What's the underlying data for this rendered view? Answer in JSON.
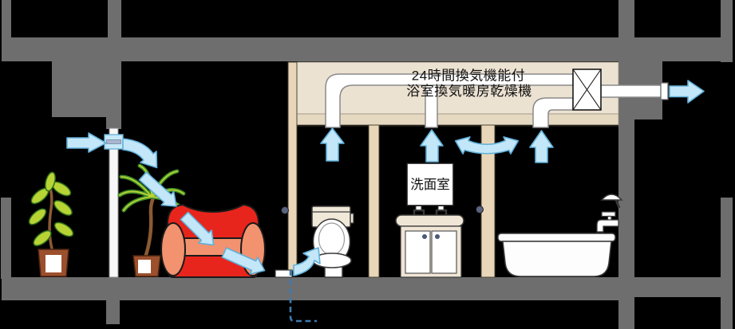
{
  "caption": {
    "line1": "24時間換気機能付",
    "line2": "浴室換気暖房乾燥機"
  },
  "labels": {
    "washroom": "洗面室"
  },
  "colors": {
    "background": "#000000",
    "concrete_frame": "#6e6e6e",
    "ceiling_plenum": "#ece2d2",
    "ceiling_board": "#e6d9c2",
    "wall_beige": "#e9d6b8",
    "duct_white": "#ffffff",
    "airflow_arrow_fill": "#c3e7f8",
    "airflow_arrow_edge": "#62b0da",
    "underfloor_dashed_path": "#3d7ab0",
    "sofa_red": "#e8251c",
    "sofa_cushion_salmon": "#f2926e",
    "leaf_green": "#3e8a28",
    "leaf_yellow_green": "#b8d434",
    "pot_brown": "#9c4f2c"
  },
  "icons": [
    "supply-vent-icon",
    "fan-unit-icon",
    "airflow-arrow-inlet",
    "airflow-arrow-living-1",
    "airflow-arrow-living-2",
    "airflow-arrow-living-3",
    "airflow-arrow-living-4",
    "airflow-arrow-under-door",
    "airflow-arrow-toilet-up",
    "airflow-arrow-washroom-up",
    "airflow-arrow-bath-up",
    "airflow-arrow-washroom-bath-exchange",
    "airflow-arrow-exhaust",
    "underfloor-dashed-path"
  ]
}
